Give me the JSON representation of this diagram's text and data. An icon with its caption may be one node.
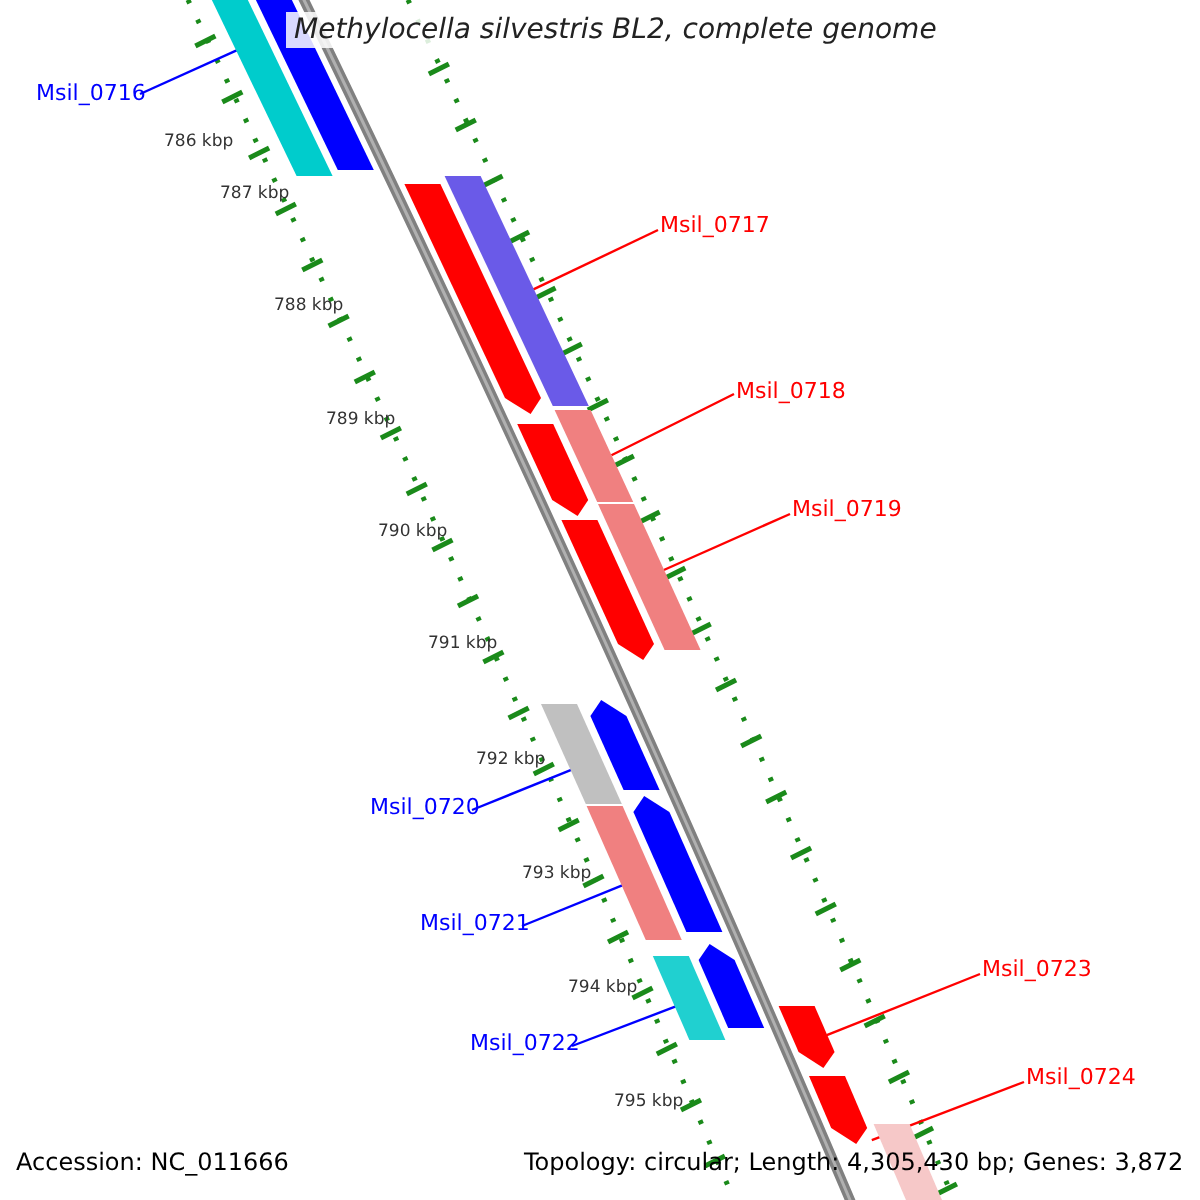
{
  "diagram": {
    "title": "Methylocella silvestris BL2, complete genome",
    "nodes": [
      {
        "text": [
          "Msil_0716"
        ]
      },
      {
        "text": [],
        "shape": "bar"
      },
      {
        "text": [
          "Msil_0717"
        ]
      },
      {
        "text": [],
        "shape": "bar"
      },
      {
        "text": [
          "Msil_0718"
        ]
      },
      {
        "text": [],
        "shape": "bar"
      },
      {
        "text": [
          "Msil_0719"
        ]
      },
      {
        "text": [],
        "shape": "bar"
      },
      {
        "text": [
          "Msil_0720"
        ]
      },
      {
        "text": [],
        "shape": "bar"
      },
      {
        "text": [
          "Msil_0721"
        ]
      },
      {
        "text": [],
        "shape": "bar"
      },
      {
        "text": [
          "Msil_0722"
        ]
      },
      {
        "text": [],
        "shape": "bar"
      },
      {
        "text": [
          "Msil_0723"
        ]
      },
      {
        "text": [],
        "shape": "bar"
      },
      {
        "text": [
          "Msil_0724"
        ]
      },
      {
        "text": [],
        "shape": "bar"
      },
      {
        "text": [],
        "shape": "bar"
      },
      {
        "text": [],
        "shape": "bar"
      },
      {
        "text": [],
        "shape": "bar"
      },
      {
        "text": [],
        "shape": "bar"
      },
      {
        "text": [],
        "shape": "bar"
      },
      {
        "text": [],
        "shape": "bar"
      },
      {
        "text": [],
        "shape": "bar"
      },
      {
        "text": [],
        "shape": "bar"
      }
    ],
    "edges": [
      {
        "from": 0,
        "to": 1,
        "arrow": "none",
        "color": "#0000ff"
      },
      {
        "from": 2,
        "to": 3,
        "arrow": "none"
      },
      {
        "from": 4,
        "to": 5,
        "arrow": "none"
      },
      {
        "from": 6,
        "to": 7,
        "arrow": "none"
      },
      {
        "from": 8,
        "to": 9,
        "arrow": "none",
        "color": "#0000ff"
      },
      {
        "from": 10,
        "to": 11,
        "arrow": "none",
        "color": "#0000ff"
      },
      {
        "from": 12,
        "to": 13,
        "arrow": "none",
        "color": "#0000ff"
      },
      {
        "from": 14,
        "to": 15,
        "arrow": "none"
      },
      {
        "from": 16,
        "to": 17,
        "arrow": "none"
      }
    ],
    "labels": [
      "786 kbp",
      "787 kbp",
      "788 kbp",
      "789 kbp",
      "790 kbp",
      "791 kbp",
      "792 kbp",
      "793 kbp",
      "794 kbp",
      "795 kbp",
      "Accession: NC_011666",
      "Topology: circular; Length: 4,305,430 bp; Genes: 3,872"
    ]
  }
}
